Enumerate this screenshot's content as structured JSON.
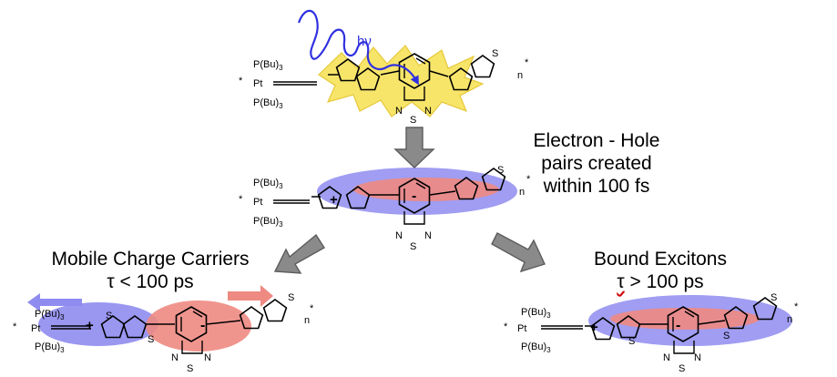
{
  "annotation": {
    "line1": "Electron - Hole",
    "line2": "pairs created",
    "line3": "within 100 fs"
  },
  "left_branch": {
    "title": "Mobile Charge Carriers",
    "subtitle": "τ < 100 ps"
  },
  "right_branch": {
    "title": "Bound Excitons",
    "tau_symbol": "τ",
    "subtitle_rest": " > 100 ps"
  },
  "light": {
    "label": "hν"
  },
  "chem": {
    "ligand": "P(Bu)",
    "ligand_sub": "3",
    "metal": "Pt",
    "end_mark": "*",
    "repeat": "n",
    "sulfur": "S",
    "nitrogen": "N",
    "plus": "+",
    "minus": "-"
  },
  "colors": {
    "hole_blue": "#8f8cf0",
    "electron_red": "#ee8a82",
    "flash_yellow": "#f7e56a",
    "light_wave": "#3030e0",
    "arrow_gray": "#8a8a8a"
  }
}
